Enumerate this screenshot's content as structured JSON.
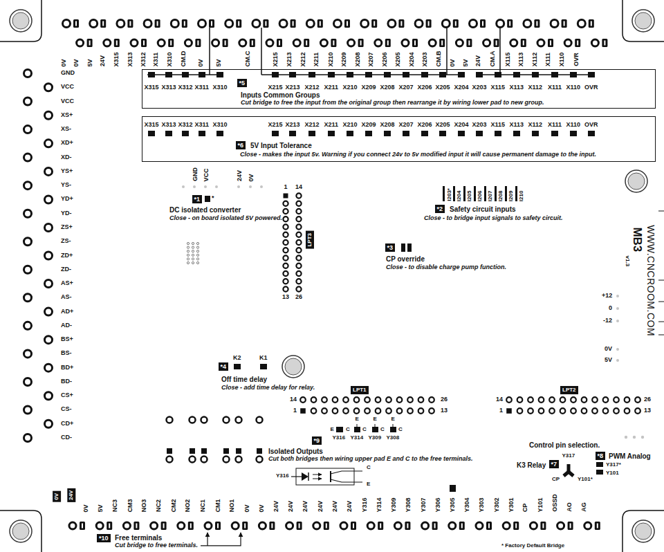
{
  "diagram": {
    "nodes": [
      {
        "text": [
          "Inputs Common Groups",
          "Cut bridge to free the input from the original group then rearrange it by wiring lower pad to new group."
        ]
      },
      {
        "text": [
          "*5"
        ],
        "in": 0
      },
      {
        "text": [
          "5V Input Tolerance",
          "Close - makes the input 5v. Warning if you connect 24v to 5v modified input it will cause permanent damage to the input."
        ]
      },
      {
        "text": [
          "*6"
        ],
        "in": 2
      },
      {
        "text": [
          "*1"
        ]
      },
      {
        "text": [
          "*2"
        ]
      },
      {
        "text": [
          "*3"
        ]
      },
      {
        "text": [
          "*4"
        ]
      },
      {
        "text": [
          "*9"
        ]
      },
      {
        "text": [
          "*7"
        ]
      },
      {
        "text": [
          "*8"
        ]
      },
      {
        "text": [
          "*10"
        ]
      },
      {
        "text": [
          "LPT3"
        ]
      },
      {
        "text": [
          "LPT1"
        ]
      },
      {
        "text": [
          "LPT2"
        ]
      },
      {
        "text": [
          "0V"
        ]
      },
      {
        "text": [
          "24V"
        ]
      }
    ],
    "labels": [
      "0V",
      "0V",
      "5V",
      "24V",
      "X315",
      "X313",
      "X312",
      "X311",
      "X310",
      "CM.D",
      "0V",
      "5V",
      "CM.C",
      "X215",
      "X213",
      "X212",
      "X211",
      "X210",
      "X209",
      "X208",
      "X207",
      "X206",
      "X205",
      "X204",
      "X203",
      "CM.B",
      "0V",
      "5V",
      "24V",
      "CM.A",
      "X115",
      "X113",
      "X112",
      "X111",
      "X110",
      "OVR",
      "X315",
      "X313",
      "X312",
      "X311",
      "X310",
      "X215",
      "X213",
      "X212",
      "X211",
      "X210",
      "X209",
      "X208",
      "X207",
      "X206",
      "X205",
      "X204",
      "X203",
      "X115",
      "X113",
      "X112",
      "X111",
      "X110",
      "OVR",
      "X315",
      "X313",
      "X312",
      "X311",
      "X310",
      "X215",
      "X213",
      "X212",
      "X211",
      "X210",
      "X209",
      "X208",
      "X207",
      "X206",
      "X205",
      "X204",
      "X203",
      "X115",
      "X113",
      "X112",
      "X111",
      "X110",
      "OVR",
      "GND",
      "VCC",
      "VCC",
      "XS+",
      "XS-",
      "XD+",
      "XD-",
      "YS+",
      "YS-",
      "YD+",
      "YD-",
      "ZS+",
      "ZS-",
      "ZD+",
      "ZD-",
      "AS+",
      "AS-",
      "AD+",
      "AD-",
      "BS+",
      "BS-",
      "BD+",
      "BD-",
      "CS+",
      "CS-",
      "CD+",
      "CD-",
      "GND",
      "VCC",
      "24V",
      "0V",
      "*",
      "DC isolated converter",
      "Close - on board isolated 5V powered.",
      "1",
      "14",
      "13",
      "26",
      "I203*",
      "I204",
      "I205",
      "I206",
      "I207",
      "I208",
      "I209",
      "I210",
      "Safety circuit inputs",
      "Close - to bridge input signals to safety circuit.",
      "CP override",
      "Close - to disable charge pump function.",
      "K2",
      "K1",
      "Off time delay",
      "Close - add time delay for relay.",
      "WWW.CNCROOM.COM",
      "MB3",
      "v1.3",
      "+12",
      "0",
      "-12",
      "0V",
      "5V",
      "14",
      "26",
      "1",
      "13",
      "14",
      "26",
      "1",
      "13",
      "E",
      "C",
      "E",
      "C",
      "E",
      "C",
      "E",
      "C",
      "Y316",
      "Y314",
      "Y309",
      "Y308",
      "Isolated Outputs",
      "Cut both bridges then wiring upper pad E and C to the free terminals.",
      "Y316",
      "C",
      "E",
      "Control pin selection.",
      "PWM Analog",
      "Y317*",
      "Y101",
      "K3 Relay",
      "Y317",
      "CP",
      "Y101*",
      "0V",
      "5V",
      "NC3",
      "CM3",
      "NO3",
      "NC2",
      "CM2",
      "NO2",
      "NC1",
      "CM1",
      "NO1",
      "0V",
      "0V",
      "24V",
      "24V",
      "24V",
      "24V",
      "24V",
      "24V",
      "Y316",
      "Y314",
      "Y309",
      "Y308",
      "Y307",
      "Y306",
      "Y305",
      "Y304",
      "Y303",
      "Y302",
      "Y301",
      "CP",
      "Y101",
      "OSSD",
      "AO",
      "AG",
      "Free terminals",
      "Cut bridge to free terminals.",
      "* Factory Default Bridge"
    ]
  }
}
